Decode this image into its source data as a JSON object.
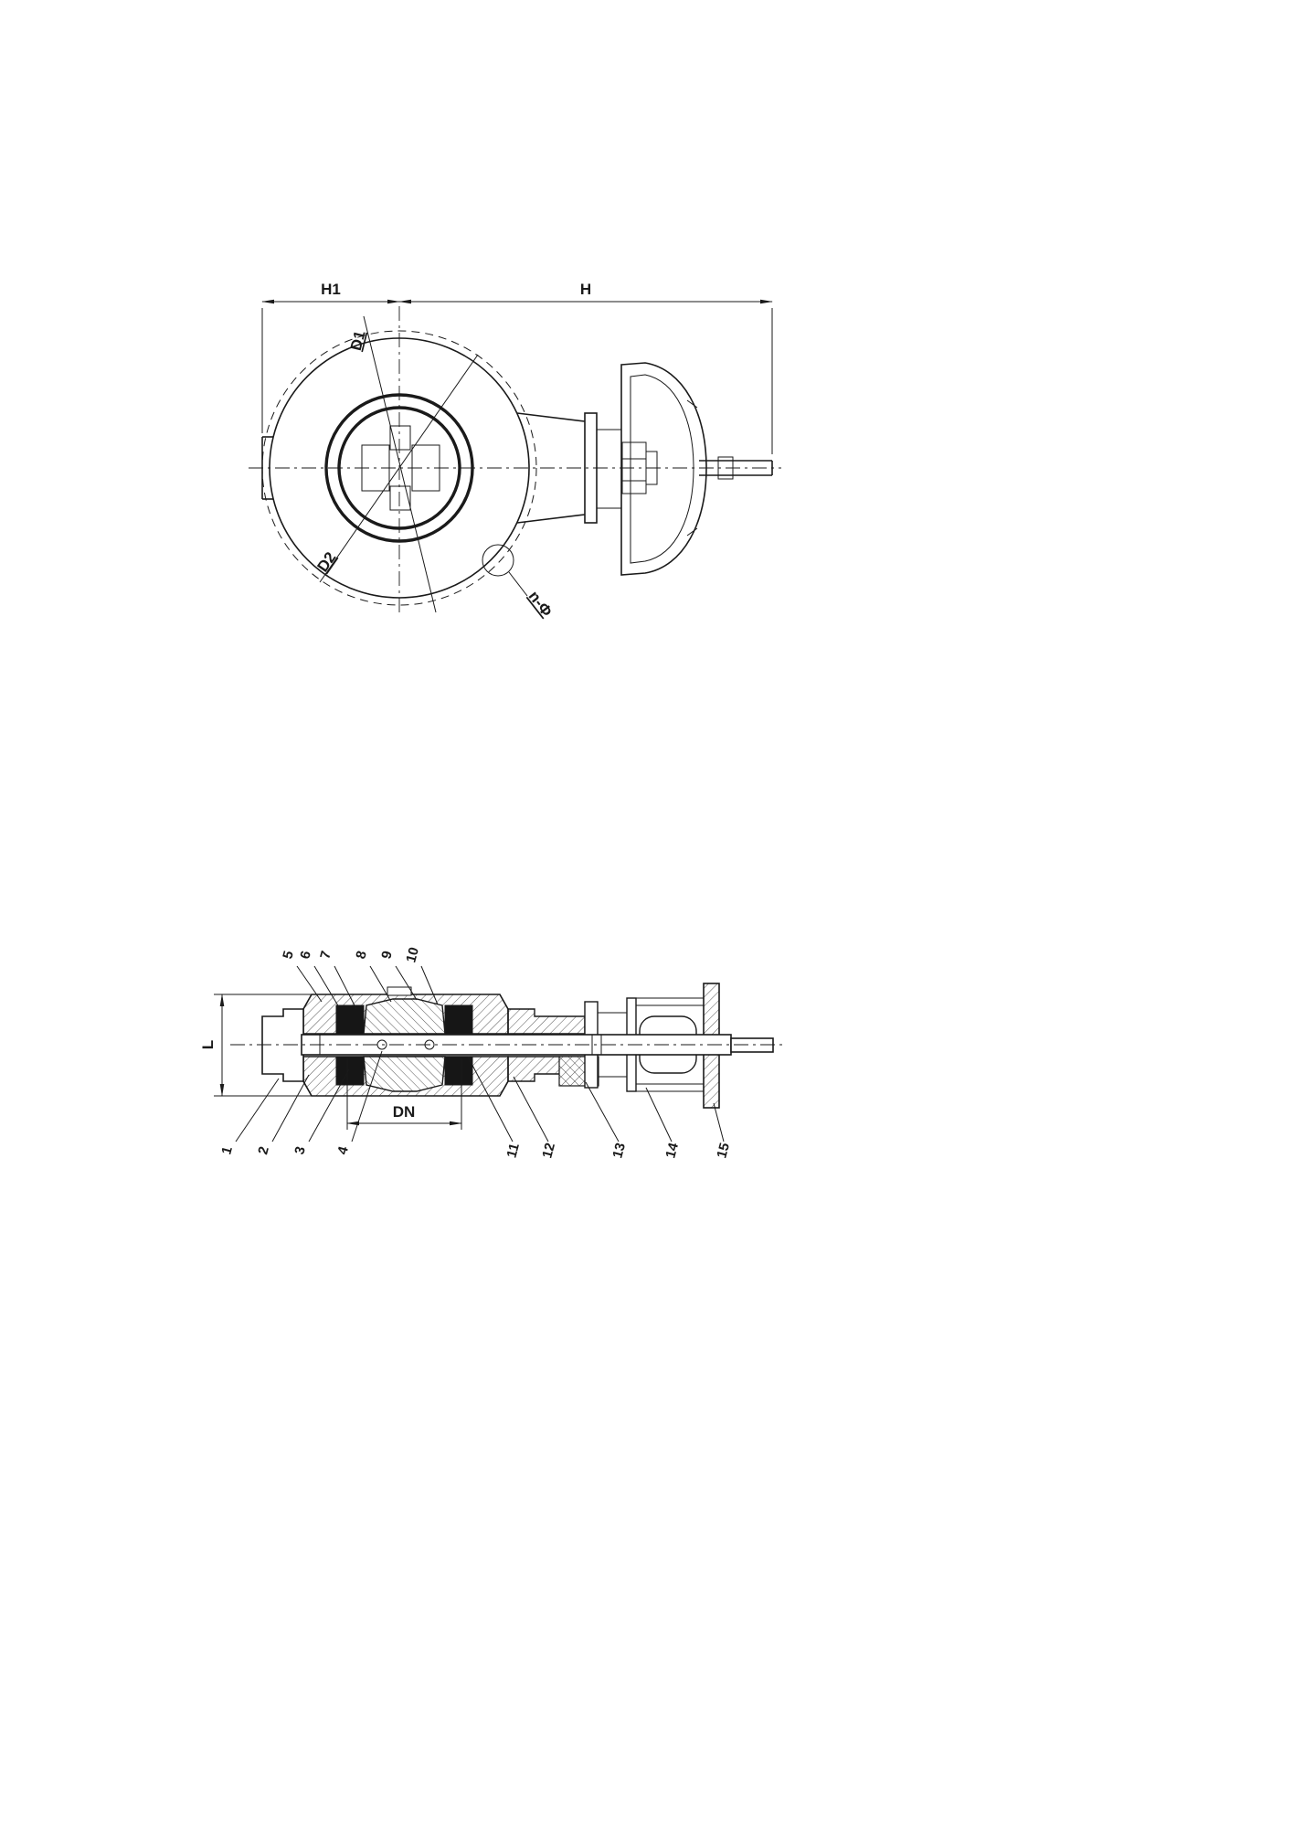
{
  "page": {
    "background": "#ffffff",
    "line_color": "#1a1a1a"
  },
  "front_view": {
    "dim_h1": "H1",
    "dim_h": "H",
    "dim_d1": "D1",
    "dim_d2": "D2",
    "dim_n_phi": "n-Φ"
  },
  "section_view": {
    "dim_l": "L",
    "dim_dn": "DN",
    "callouts": [
      "1",
      "2",
      "3",
      "4",
      "5",
      "6",
      "7",
      "8",
      "9",
      "10",
      "11",
      "12",
      "13",
      "14",
      "15"
    ]
  }
}
